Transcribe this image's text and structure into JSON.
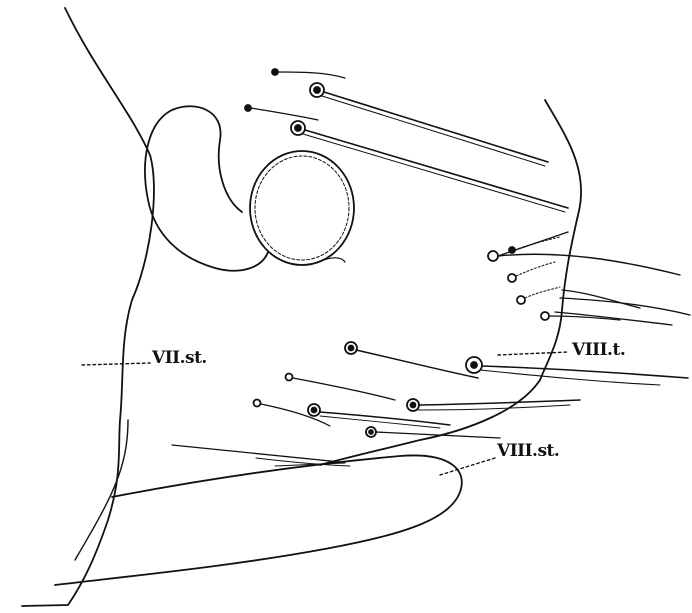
{
  "figure": {
    "background_color": "#ffffff",
    "ink_color": "#111111",
    "labels": [
      {
        "id": "vii-sternite",
        "text": "VII.st."
      },
      {
        "id": "viii-tergite",
        "text": "VIII.t."
      },
      {
        "id": "viii-sternite",
        "text": "VIII.st."
      }
    ]
  }
}
